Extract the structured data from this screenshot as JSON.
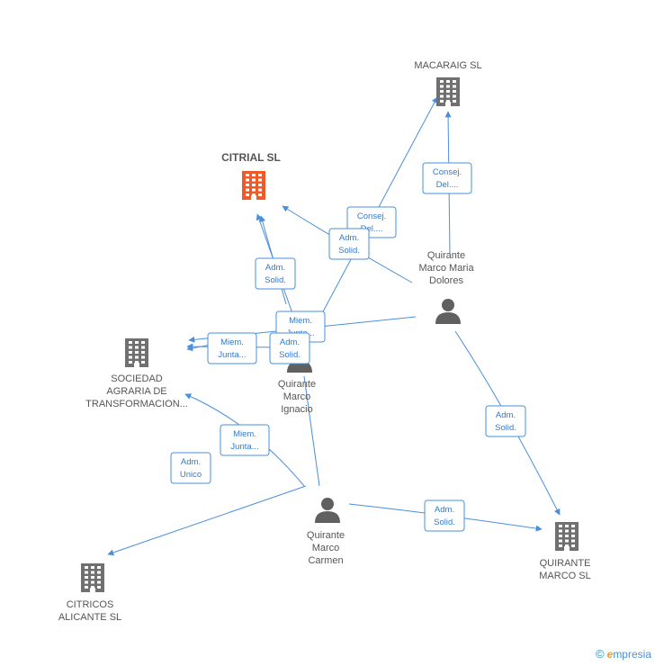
{
  "colors": {
    "company": "#707070",
    "highlight": "#f05a28",
    "person": "#606060",
    "edge": "#4a8fdb"
  },
  "nodes": [
    {
      "id": "macaraig",
      "kind": "company",
      "lines": [
        "MACARAIG SL"
      ]
    },
    {
      "id": "citrial",
      "kind": "company-main",
      "lines": [
        "CITRIAL SL"
      ]
    },
    {
      "id": "sociedad",
      "kind": "company",
      "lines": [
        "SOCIEDAD",
        "AGRARIA DE",
        "TRANSFORMACION..."
      ]
    },
    {
      "id": "citricos",
      "kind": "company",
      "lines": [
        "CITRICOS",
        "ALICANTE SL"
      ]
    },
    {
      "id": "quirante_marco_sl",
      "kind": "company",
      "lines": [
        "QUIRANTE",
        "MARCO SL"
      ]
    },
    {
      "id": "dolores",
      "kind": "person",
      "lines": [
        "Quirante",
        "Marco Maria",
        "Dolores"
      ]
    },
    {
      "id": "ignacio",
      "kind": "person",
      "lines": [
        "Quirante",
        "Marco",
        "Ignacio"
      ]
    },
    {
      "id": "carmen",
      "kind": "person",
      "lines": [
        "Quirante",
        "Marco",
        "Carmen"
      ]
    }
  ],
  "edges": [
    {
      "id": "e1",
      "lines": [
        "Consej.",
        "Del...."
      ]
    },
    {
      "id": "e2",
      "lines": [
        "Consej.",
        "Del...."
      ]
    },
    {
      "id": "e3",
      "lines": [
        "Adm.",
        "Solid."
      ]
    },
    {
      "id": "e4",
      "lines": [
        "Adm.",
        "Solid."
      ]
    },
    {
      "id": "e5",
      "lines": [
        "Miem.",
        "Junta..."
      ]
    },
    {
      "id": "e6",
      "lines": [
        "Miem.",
        "Junta..."
      ]
    },
    {
      "id": "e7",
      "lines": [
        "Adm.",
        "Solid."
      ]
    },
    {
      "id": "e8",
      "lines": [
        "Adm.",
        "Solid."
      ]
    },
    {
      "id": "e9",
      "lines": [
        "Miem.",
        "Junta..."
      ]
    },
    {
      "id": "e10",
      "lines": [
        "Adm.",
        "Unico"
      ]
    },
    {
      "id": "e11",
      "lines": [
        "Adm.",
        "Solid."
      ]
    }
  ],
  "footer": {
    "copyright": "©",
    "brand_first": "e",
    "brand_rest": "mpresia"
  }
}
